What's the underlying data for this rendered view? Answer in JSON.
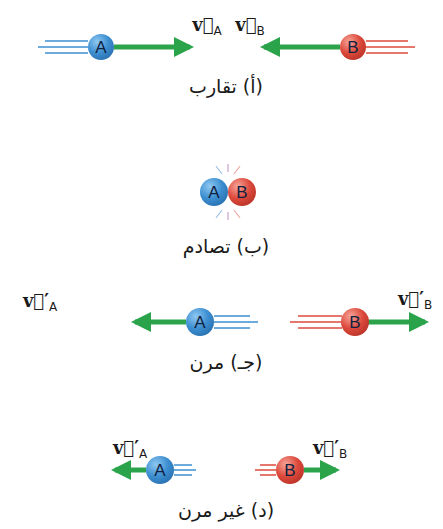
{
  "diagram": {
    "nodes": [
      {
        "text": [
          "A"
        ]
      },
      {
        "text": [
          "B"
        ]
      },
      {
        "text": [
          "A"
        ]
      },
      {
        "text": [
          "B"
        ]
      },
      {
        "text": [
          "A"
        ]
      },
      {
        "text": [
          "B"
        ]
      },
      {
        "text": [
          "A"
        ]
      },
      {
        "text": [
          "B"
        ]
      }
    ],
    "labels": [
      "v⃗A",
      "v⃗B",
      "(أ) تقارب",
      "(ب) تصادم",
      "v⃗′A",
      "v⃗′B",
      "(جـ) مرن",
      "v⃗′A",
      "v⃗′B",
      "(د) غير مرن"
    ]
  }
}
